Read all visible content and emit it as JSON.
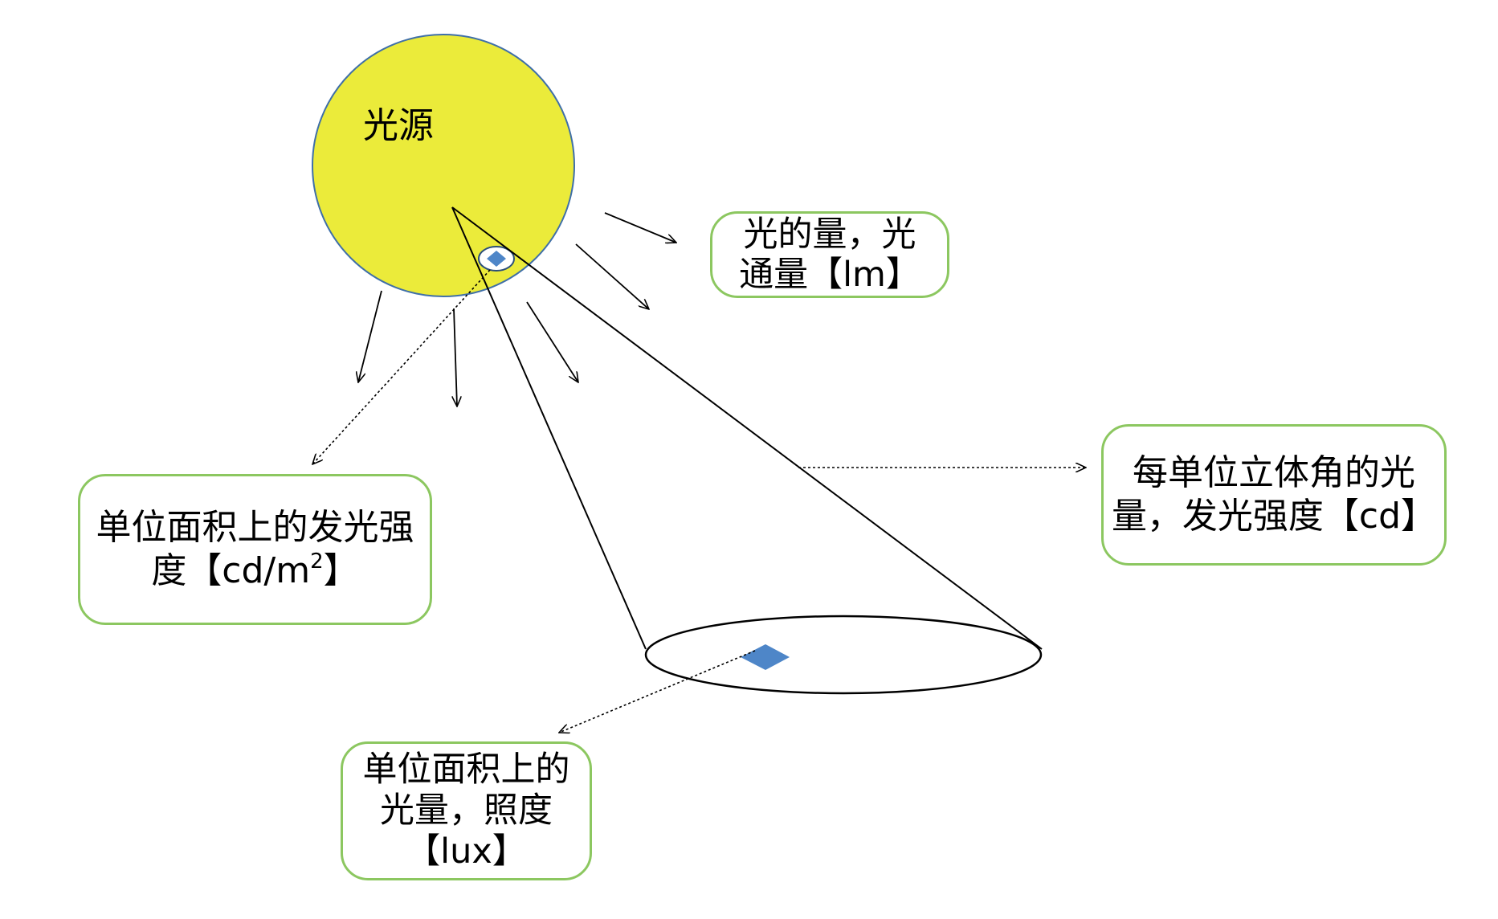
{
  "light_source_label": "光源",
  "boxes": {
    "luminous_flux": {
      "line1": "光的量，光",
      "line2": "通量【lm】"
    },
    "luminous_intensity": {
      "line1": "每单位立体角的光",
      "line2": "量，发光强度【cd】"
    },
    "luminance": {
      "line1": "单位面积上的发光强",
      "line2_prefix": "度【cd/m",
      "line2_sup": "2",
      "line2_suffix": "】"
    },
    "illuminance": {
      "line1": "单位面积上的",
      "line2": "光量，照度",
      "line3": "【lux】"
    }
  },
  "colors": {
    "source_fill": "#ebeb3a",
    "source_stroke": "#3f6fa8",
    "box_border": "#8cc760",
    "patch_fill": "#4e86c8",
    "line": "#000000"
  }
}
